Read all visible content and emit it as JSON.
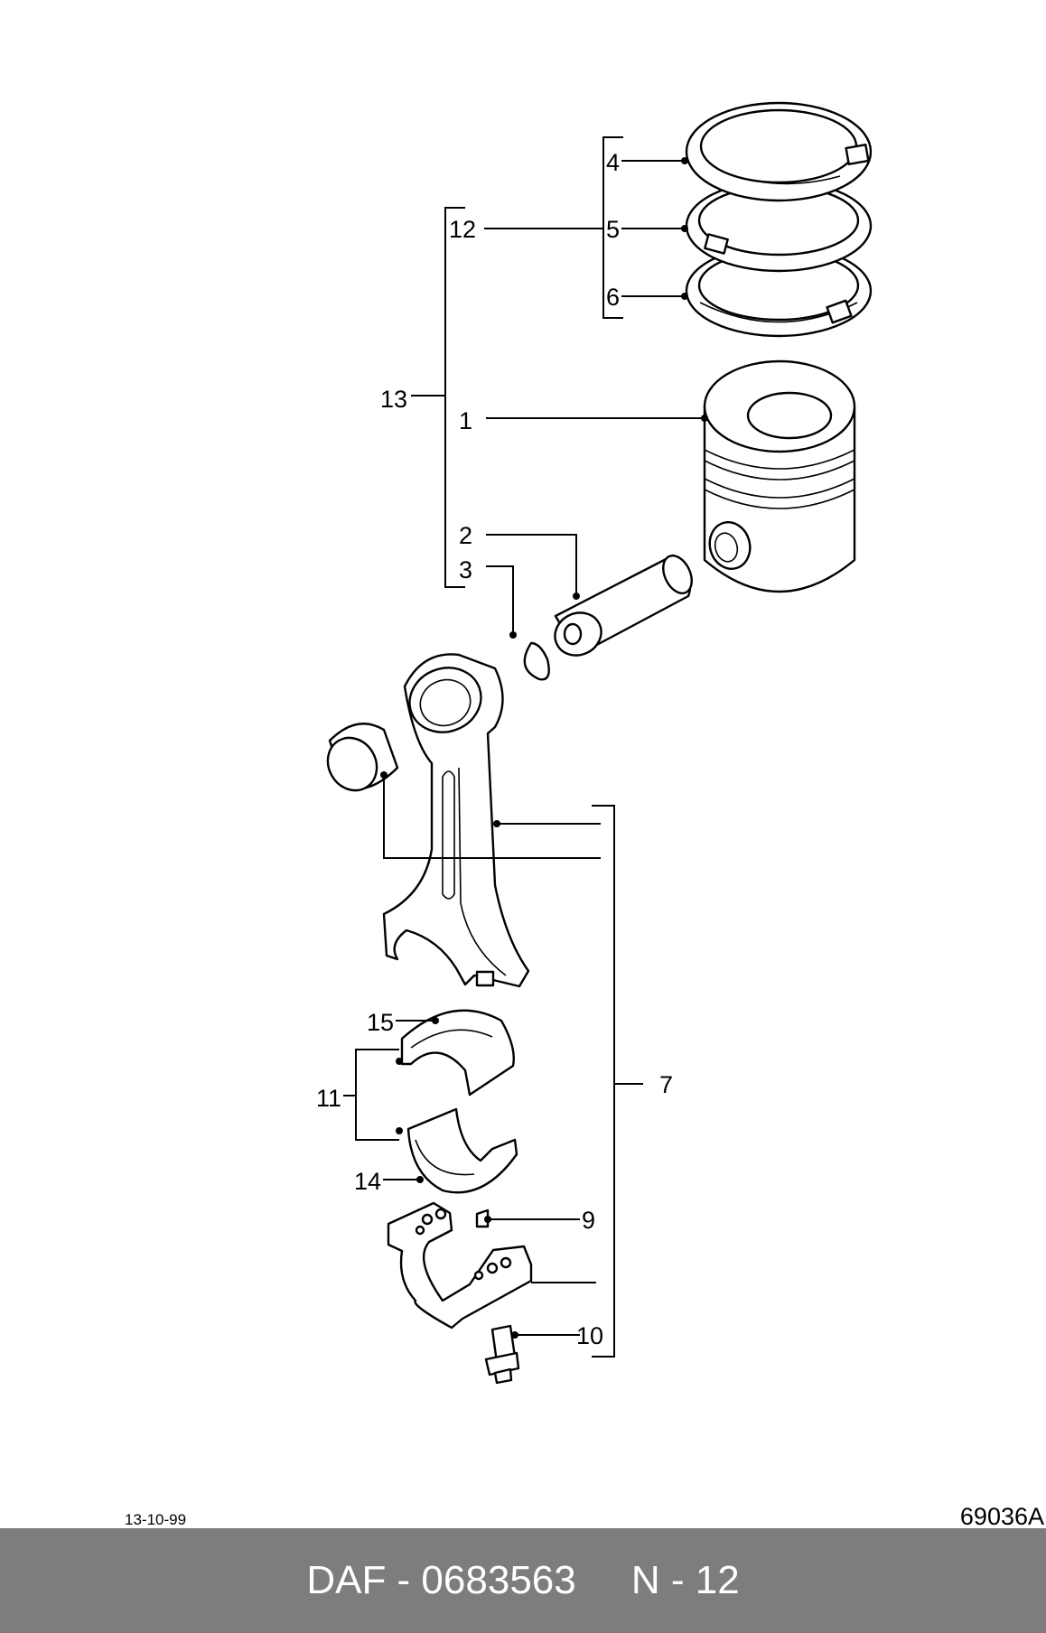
{
  "diagram": {
    "callouts": [
      "1",
      "2",
      "3",
      "4",
      "5",
      "6",
      "7",
      "9",
      "10",
      "11",
      "12",
      "13",
      "14",
      "15"
    ]
  },
  "footer": {
    "date": "13-10-99",
    "drawing_number": "69036A",
    "caption": "DAF - 0683563     N - 12"
  }
}
